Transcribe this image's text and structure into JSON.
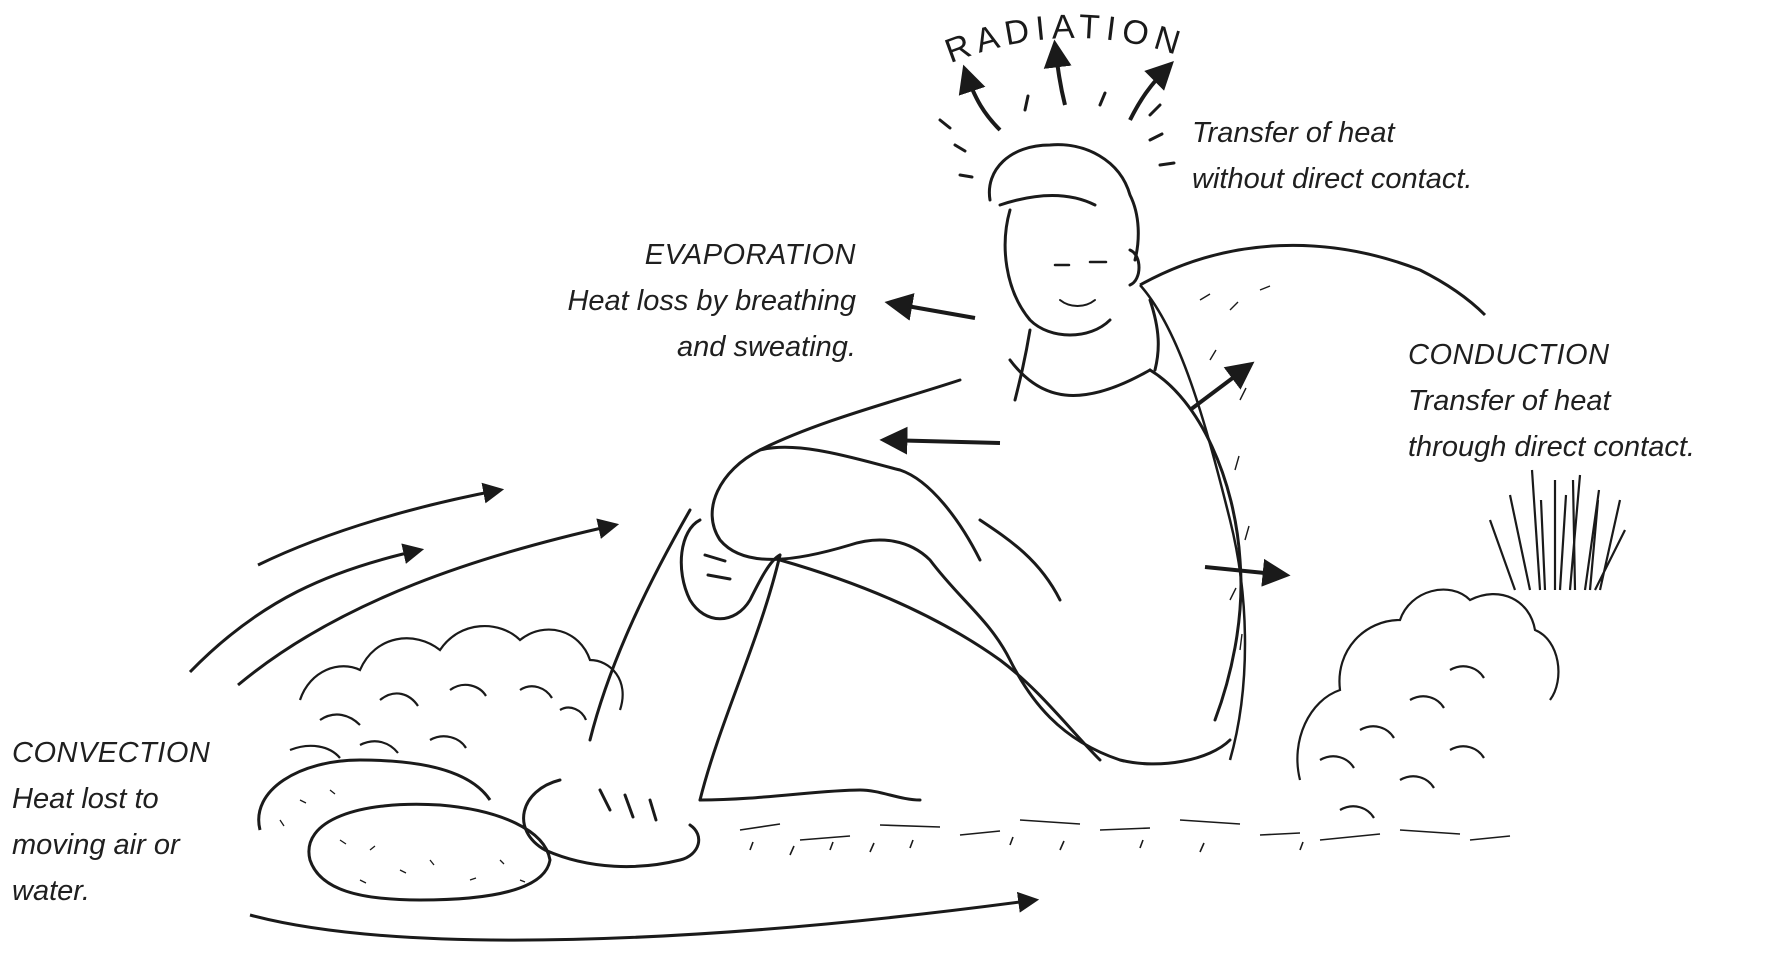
{
  "radiation": {
    "heading": "RADIATION",
    "line1": "Transfer of heat",
    "line2": "without direct contact."
  },
  "evaporation": {
    "heading": "EVAPORATION",
    "line1": "Heat loss by breathing",
    "line2": "and sweating."
  },
  "conduction": {
    "heading": "CONDUCTION",
    "line1": "Transfer of heat",
    "line2": "through direct contact."
  },
  "convection": {
    "heading": "CONVECTION",
    "line1": "Heat lost to",
    "line2": "moving air or",
    "line3": "water."
  },
  "colors": {
    "ink": "#1a1a1a",
    "paper": "#ffffff"
  }
}
